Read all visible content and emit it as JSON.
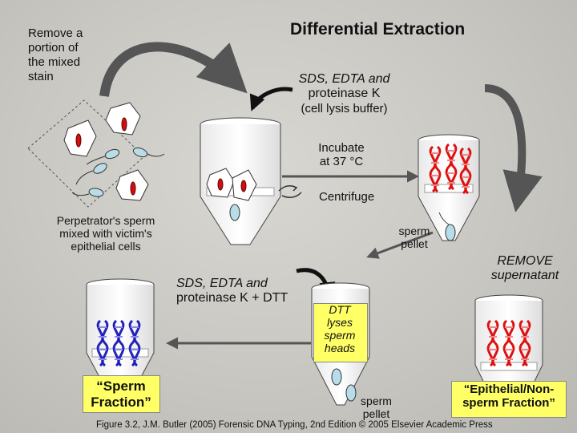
{
  "title": "Differential Extraction",
  "labels": {
    "remove_portion": [
      "Remove a",
      "portion of",
      "the mixed",
      "stain"
    ],
    "sds_edta_1": [
      "SDS, EDTA and",
      "proteinase K",
      "(cell lysis buffer)"
    ],
    "incubate": [
      "Incubate",
      "at 37 °C"
    ],
    "centrifuge": "Centrifuge",
    "perpetrator": [
      "Perpetrator's sperm",
      "mixed with victim's",
      "epithelial cells"
    ],
    "sperm_pellet_1": [
      "sperm",
      "pellet"
    ],
    "remove_supernatant": [
      "REMOVE",
      "supernatant"
    ],
    "sds_edta_dtt": [
      "SDS, EDTA and",
      "proteinase K + DTT"
    ],
    "dtt_lyses": [
      "DTT",
      "lyses",
      "sperm",
      "heads"
    ],
    "sperm_fraction": [
      "“Sperm",
      "Fraction”"
    ],
    "sperm_pellet_2": [
      "sperm",
      "pellet"
    ],
    "epithelial_fraction": [
      "“Epithelial/Non-",
      "sperm Fraction”"
    ],
    "caption": "Figure 3.2, J.M. Butler (2005) Forensic DNA Typing, 2nd Edition © 2005 Elsevier Academic Press"
  },
  "colors": {
    "background": "#c9c9c4",
    "tube": "#ffffff",
    "epithelial_cell": "#ffffff",
    "nucleus": "#cc1111",
    "sperm_head": "#b8dde8",
    "dna_red": "#dd1111",
    "dna_blue": "#2222bb",
    "arrow": "#555555"
  }
}
